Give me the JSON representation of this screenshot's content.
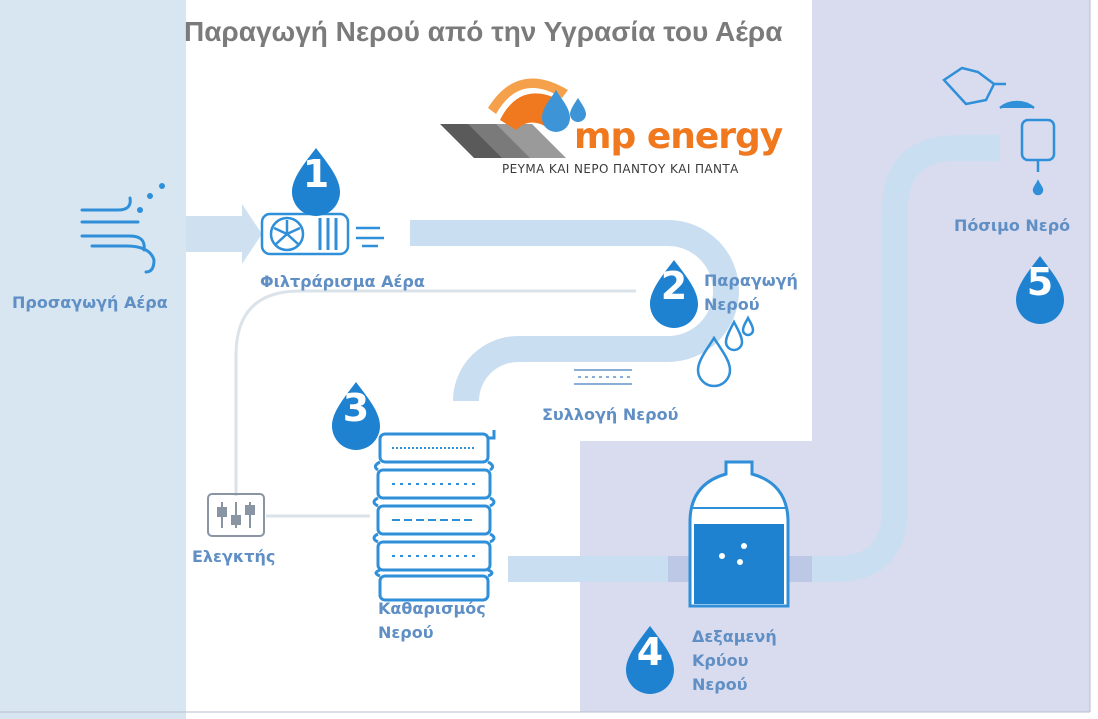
{
  "title": "Παραγωγή Νερού από την Υγρασία του Αέρα",
  "logo": {
    "brand": "mp energy",
    "tagline": "ΡΕΥΜΑ ΚΑΙ ΝΕΡΟ ΠΑΝΤΟΥ ΚΑΙ ΠΑΝΤΑ"
  },
  "steps": [
    {
      "number": "1",
      "label": "Φιλτράρισμα Αέρα",
      "icon": "fan-filter-icon"
    },
    {
      "number": "2",
      "label_line1": "Παραγωγή",
      "label_line2": "Νερού",
      "icon": "condensation-drops-icon"
    },
    {
      "number": "3",
      "label_line1": "Καθαρισμός",
      "label_line2": "Νερού",
      "icon": "filter-stack-icon"
    },
    {
      "number": "4",
      "label_line1": "Δεξαμενή",
      "label_line2": "Κρύου",
      "label_line3": "Νερού",
      "icon": "water-tank-icon"
    },
    {
      "number": "5",
      "label": "Πόσιμο Νερό",
      "icon": "dispenser-icon"
    }
  ],
  "air_intake": {
    "label": "Προσαγωγή Αέρα",
    "icon": "wind-icon"
  },
  "collection": {
    "label": "Συλλογή Νερού",
    "icon": "collection-tray-icon"
  },
  "controller": {
    "label": "Ελεγκτής",
    "icon": "controller-icon"
  },
  "colors": {
    "accent_blue": "#1e82d0",
    "label_blue": "#5f8fc4",
    "pipe_blue": "#c9def0",
    "panel_left": "#d8e6f2",
    "panel_right": "#d9dcef",
    "logo_orange": "#f0781e",
    "title_gray": "#7b7b7b"
  }
}
